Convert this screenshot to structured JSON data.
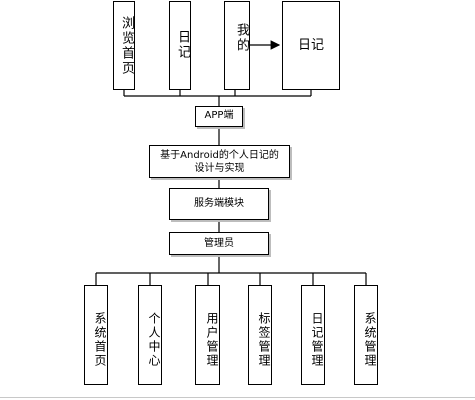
{
  "top_modules": [
    "浏览首页",
    "日记",
    "我的"
  ],
  "my_target": "日记",
  "app": "APP端",
  "system": "基于Android的个人日记的设计与实现",
  "server": "服务端模块",
  "admin": "管理员",
  "admin_modules": [
    "系统首页",
    "个人中心",
    "用户管理",
    "标签管理",
    "日记管理",
    "系统管理"
  ]
}
